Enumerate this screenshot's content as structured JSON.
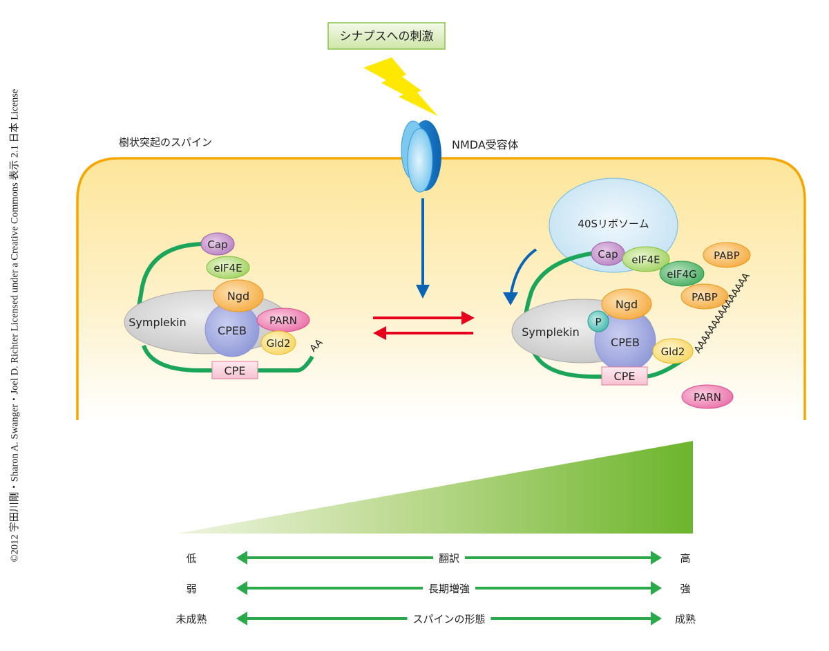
{
  "credit": "©2012 宇田川剛・Sharon A. Swanger・Joel D. Richter Licensed under a Creative Commons 表示 2.1 日本 License",
  "stimulus_label": "シナプスへの刺激",
  "spine_label": "樹状突起のスパイン",
  "receptor_label": "NMDA受容体",
  "colors": {
    "membrane": "#f5a700",
    "mrna": "#1aa55a",
    "arrow_blue": "#0a64b4",
    "arrow_red": "#e6001e",
    "gradient_green": "#6cb52c",
    "scale_arrow": "#2aa84a",
    "lightning": "#ffe800"
  },
  "left_complex": {
    "state": "inactive",
    "proteins": {
      "cap": "Cap",
      "eif4e": "eIF4E",
      "ngd": "Ngd",
      "symplekin": "Symplekin",
      "cpeb": "CPEB",
      "parn": "PARN",
      "gld2": "Gld2",
      "cpe": "CPE"
    },
    "polya": "AA"
  },
  "right_complex": {
    "state": "active",
    "proteins": {
      "ribosome": "40Sリボソーム",
      "cap": "Cap",
      "eif4e": "eIF4E",
      "eif4g": "eIF4G",
      "pabp1": "PABP",
      "pabp2": "PABP",
      "ngd": "Ngd",
      "phospho": "P",
      "symplekin": "Symplekin",
      "cpeb": "CPEB",
      "gld2": "Gld2",
      "cpe": "CPE",
      "parn": "PARN"
    },
    "polya": "AAAAAAAAAAAAAAA"
  },
  "scales": [
    {
      "low": "低",
      "center": "翻訳",
      "high": "高"
    },
    {
      "low": "弱",
      "center": "長期増強",
      "high": "強"
    },
    {
      "low": "未成熟",
      "center": "スパインの形態",
      "high": "成熟"
    }
  ]
}
